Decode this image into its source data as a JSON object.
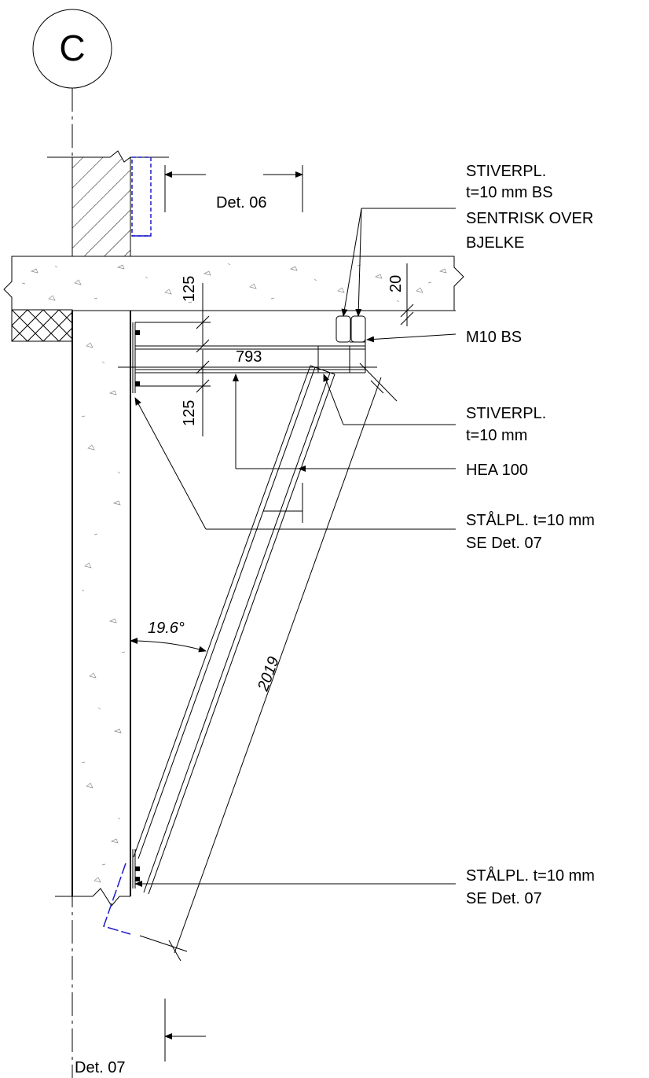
{
  "grid_marker": {
    "label": "C"
  },
  "section_refs": [
    {
      "label": "Det. 06"
    },
    {
      "label": "Det. 07"
    }
  ],
  "dimensions": {
    "top_offset": "125",
    "span": "793",
    "bottom_offset": "125",
    "slab_offset": "20",
    "brace_length": "2019",
    "brace_angle": "19.6°"
  },
  "notes": {
    "stiffener_top": [
      "STIVERPL.",
      "t=10 mm BS",
      "SENTRISK OVER",
      "BJELKE"
    ],
    "bolt": "M10 BS",
    "stiffener": [
      "STIVERPL.",
      "t=10 mm"
    ],
    "beam": "HEA 100",
    "plate_top": [
      "STÅLPL. t=10 mm",
      "SE Det. 07"
    ],
    "plate_bottom": [
      "STÅLPL. t=10 mm",
      "SE Det. 07"
    ]
  }
}
